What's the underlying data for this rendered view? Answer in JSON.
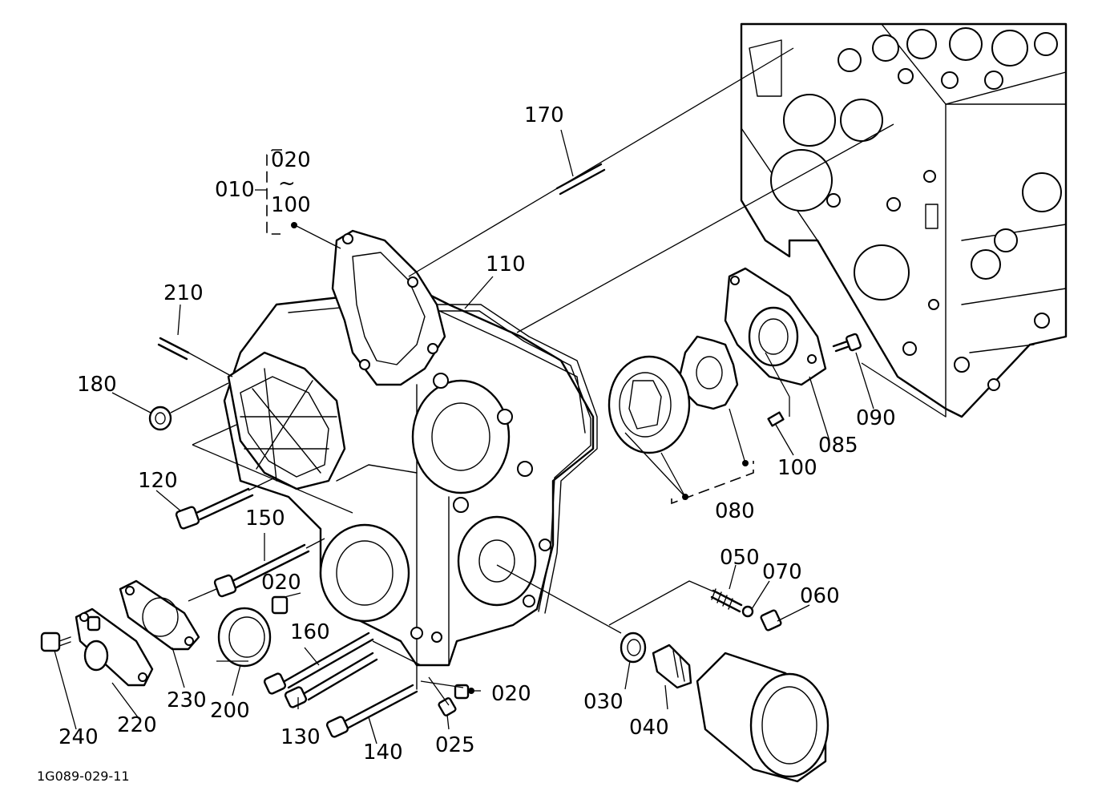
{
  "diagram_id": "1G089-029-11",
  "group": {
    "label": "010",
    "range_start": "020",
    "range_sep": "~",
    "range_end": "100"
  },
  "labels": {
    "p170": "170",
    "p110": "110",
    "p210": "210",
    "p180": "180",
    "p120": "120",
    "p150": "150",
    "p020a": "020",
    "p160": "160",
    "p130": "130",
    "p140": "140",
    "p025": "025",
    "p020b": "020",
    "p200": "200",
    "p230": "230",
    "p220": "220",
    "p240": "240",
    "p090": "090",
    "p085": "085",
    "p100": "100",
    "p080": "080",
    "p050": "050",
    "p070": "070",
    "p060": "060",
    "p030": "030",
    "p040": "040"
  }
}
